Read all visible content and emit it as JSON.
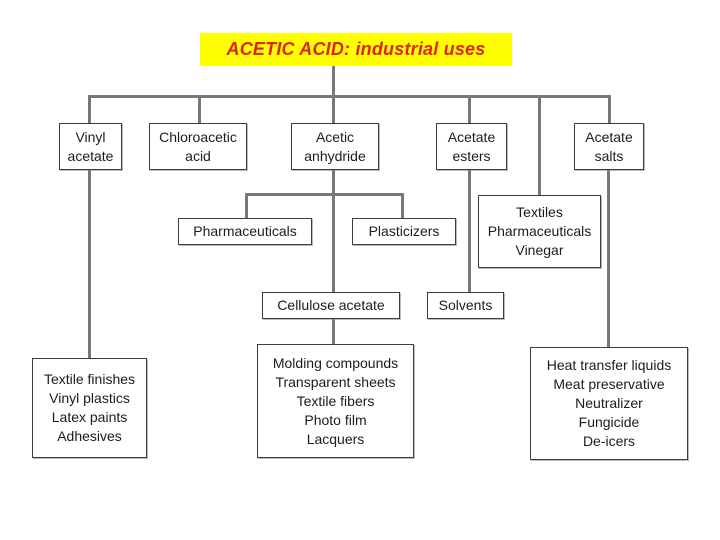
{
  "title": {
    "text": "ACETIC ACID: industrial uses"
  },
  "colors": {
    "title_bg": "#FFFF00",
    "title_text": "#E02318",
    "line": "#787878",
    "box_border": "#3D3D3D",
    "box_text": "#1C1C1C"
  },
  "nodes": {
    "vinyl_acetate": {
      "lines": [
        "Vinyl",
        "acetate"
      ]
    },
    "chloroacetic_acid": {
      "lines": [
        "Chloroacetic",
        "acid"
      ]
    },
    "acetic_anhydride": {
      "lines": [
        "Acetic",
        "anhydride"
      ]
    },
    "acetate_esters": {
      "lines": [
        "Acetate",
        "esters"
      ]
    },
    "acetate_salts": {
      "lines": [
        "Acetate",
        "salts"
      ]
    },
    "pharmaceuticals": {
      "lines": [
        "Pharmaceuticals"
      ]
    },
    "plasticizers": {
      "lines": [
        "Plasticizers"
      ]
    },
    "textiles_group": {
      "lines": [
        "Textiles",
        "Pharmaceuticals",
        "Vinegar"
      ]
    },
    "cellulose_acetate": {
      "lines": [
        "Cellulose acetate"
      ]
    },
    "solvents": {
      "lines": [
        "Solvents"
      ]
    },
    "vinyl_acetate_uses": {
      "lines": [
        "Textile finishes",
        "Vinyl plastics",
        "Latex paints",
        "Adhesives"
      ]
    },
    "cellulose_acetate_uses": {
      "lines": [
        "Molding compounds",
        "Transparent sheets",
        "Textile fibers",
        "Photo film",
        "Lacquers"
      ]
    },
    "acetate_salts_uses": {
      "lines": [
        "Heat transfer liquids",
        "Meat preservative",
        "Neutralizer",
        "Fungicide",
        "De-icers"
      ]
    }
  }
}
